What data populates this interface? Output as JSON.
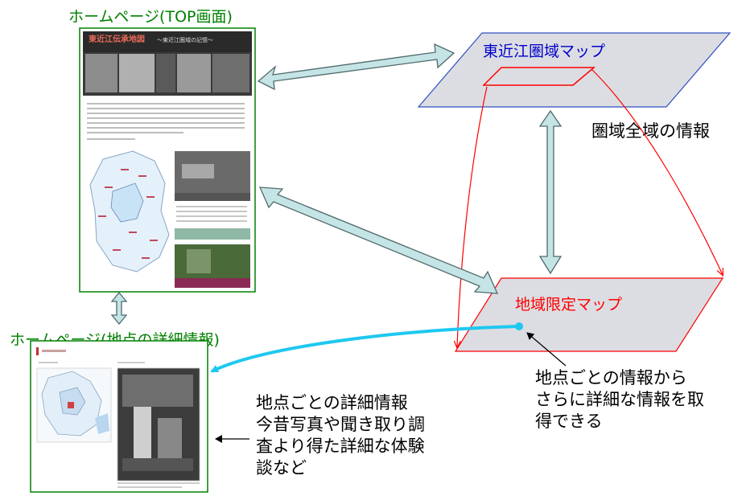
{
  "labels": {
    "top_page": "ホームページ(TOP画面)",
    "detail_page": "ホームページ(地点の詳細情報)",
    "east_map": "東近江圏域マップ",
    "area_info": "圏域全域の情報",
    "local_map": "地域限定マップ",
    "callout_local": [
      "地点ごとの情報から",
      "さらに詳細な情報を取",
      "得できる"
    ],
    "callout_detail": [
      "地点ごとの詳細情報",
      "今昔写真や聞き取り調",
      "査より得た詳細な体験",
      "談など"
    ]
  },
  "thumb_top": {
    "banner_title": "東近江伝承地図",
    "banner_sub": "〜東近江圏域の記憶〜"
  },
  "colors": {
    "green": "#008000",
    "blue_map_border": "#3050c0",
    "red": "#ff0000",
    "arrow_fill": "#c5e4e6",
    "arrow_stroke": "#506a6c",
    "cyan_arrow": "#1ec8f0",
    "map_fill": "#dcdde2"
  }
}
